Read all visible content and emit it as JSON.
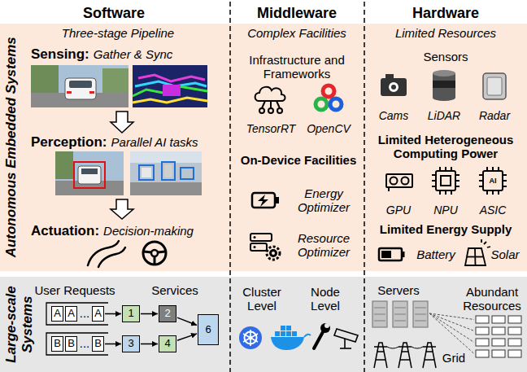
{
  "diagram": {
    "nodes": [
      {
        "text": [
          "Autonomous Embedded Systems"
        ]
      },
      {
        "text": [
          "Large-scale Systems"
        ]
      },
      {
        "text": [
          "A"
        ],
        "in": 1
      },
      {
        "text": [
          "A"
        ],
        "in": 1
      },
      {
        "text": [
          "A"
        ],
        "in": 1
      },
      {
        "text": [
          "1"
        ],
        "in": 1
      },
      {
        "text": [
          "2"
        ],
        "in": 1
      },
      {
        "text": [
          "B"
        ],
        "in": 1
      },
      {
        "text": [
          "B"
        ],
        "in": 1
      },
      {
        "text": [
          "B"
        ],
        "in": 1
      },
      {
        "text": [
          "3"
        ],
        "in": 1
      },
      {
        "text": [
          "4"
        ],
        "in": 1
      },
      {
        "text": [
          "6"
        ],
        "in": 1
      }
    ],
    "edges": [
      {
        "from": 4,
        "to": 5,
        "arrow": "to"
      },
      {
        "from": 5,
        "to": 6,
        "arrow": "to"
      },
      {
        "from": 6,
        "to": 12,
        "arrow": "to"
      },
      {
        "from": 9,
        "to": 10,
        "arrow": "to"
      },
      {
        "from": 10,
        "to": 11,
        "arrow": "to"
      },
      {
        "from": 11,
        "to": 12,
        "arrow": "to"
      }
    ],
    "labels": [
      "Software",
      "Three-stage Pipeline",
      "Sensing:",
      "Gather & Sync",
      "Perception:",
      "Parallel AI tasks",
      "Actuation:",
      "Decision-making",
      "Middleware",
      "Complex Facilities",
      "Infrastructure and Frameworks",
      "TensorRT",
      "OpenCV",
      "On-Device Facilities",
      "Energy Optimizer",
      "Resource Optimizer",
      "Hardware",
      "Limited Resources",
      "Sensors",
      "Cams",
      "LiDAR",
      "Radar",
      "Limited Heterogeneous Computing Power",
      "GPU",
      "NPU",
      "ASIC",
      "AI",
      "Limited Energy Supply",
      "Battery",
      "Solar",
      "User Requests",
      "Services",
      "...",
      "...",
      "Cluster Level",
      "Node Level",
      "Servers",
      "Abundant Resources",
      "Grid"
    ]
  }
}
